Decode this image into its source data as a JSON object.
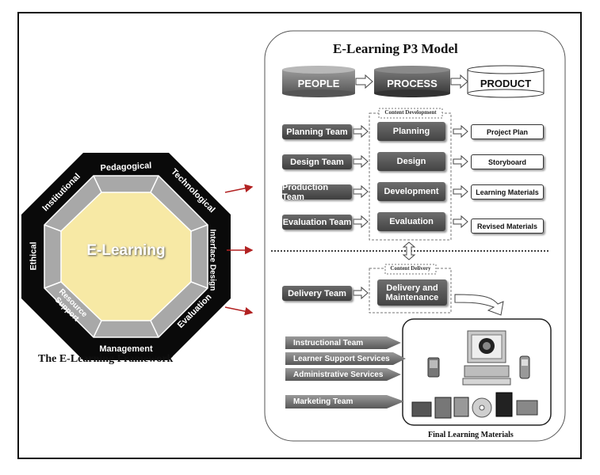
{
  "framework": {
    "center": "E-Learning",
    "dimensions": [
      "Pedagogical",
      "Technological",
      "Interface Design",
      "Evaluation",
      "Management",
      "Resource Support",
      "Ethical",
      "Institutional"
    ],
    "caption": "The E-Learning Framework"
  },
  "model": {
    "title": "E-Learning P3 Model",
    "ppp": [
      "PEOPLE",
      "PROCESS",
      "PRODUCT"
    ],
    "content_development": {
      "label": "Content Development",
      "teams": [
        "Planning Team",
        "Design Team",
        "Production Team",
        "Evaluation Team"
      ],
      "processes": [
        "Planning",
        "Design",
        "Development",
        "Evaluation"
      ],
      "outputs": [
        "Project Plan",
        "Storyboard",
        "Learning Materials",
        "Revised Materials"
      ]
    },
    "content_delivery": {
      "label": "Content Delivery",
      "team": "Delivery Team",
      "process": "Delivery and Maintenance"
    },
    "support_teams": [
      "Instructional Team",
      "Learner Support Services",
      "Administrative Services",
      "Marketing Team"
    ],
    "final_label": "Final Learning Materials"
  },
  "colors": {
    "octagon_outer": "#0a0a0a",
    "octagon_ring": "#a7a7a7",
    "octagon_core": "#f5e6a0",
    "arrow": "#b22222"
  }
}
